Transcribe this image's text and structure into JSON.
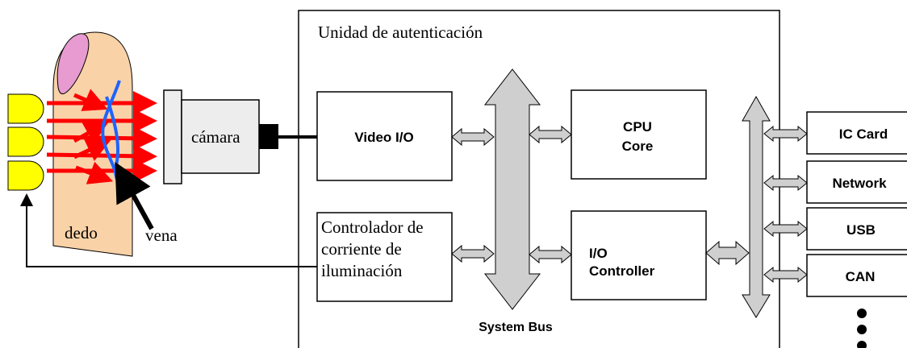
{
  "unit_title": "Unidad de autenticación",
  "camera_label": "cámara",
  "finger_label": "dedo",
  "vein_label": "vena",
  "video_io_label": "Video I/O",
  "cpu_label_line1": "CPU",
  "cpu_label_line2": "Core",
  "controller_label_line1": "Controlador de",
  "controller_label_line2": "corriente de",
  "controller_label_line3": "iluminación",
  "io_controller_line1": "I/O",
  "io_controller_line2": "Controller",
  "system_bus_label": "System Bus",
  "peripherals": [
    "IC Card",
    "Network",
    "USB",
    "CAN"
  ],
  "colors": {
    "skin": "#f9d2a8",
    "nail": "#e79bd0",
    "led": "#ffff00",
    "light_ray": "#ff0000",
    "vein": "#1e64ff",
    "bus_fill": "#cfcfcf",
    "box_stroke": "#000000",
    "camera_body": "#ededed"
  }
}
